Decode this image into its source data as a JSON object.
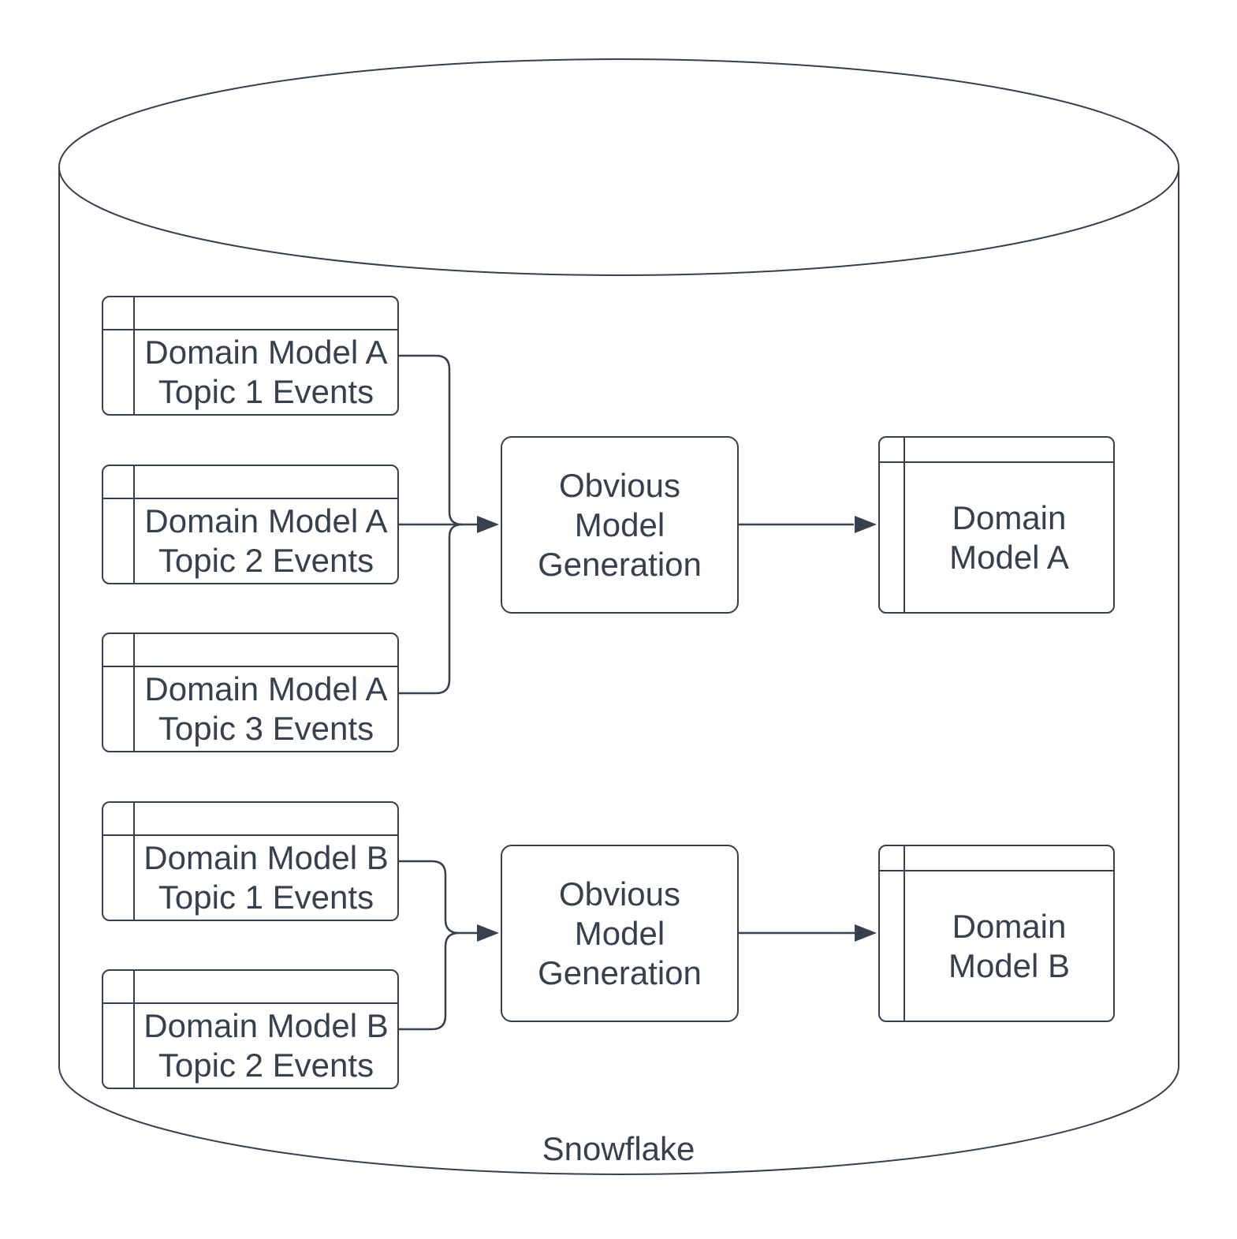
{
  "diagram": {
    "container": {
      "label": "Snowflake"
    },
    "colors": {
      "stroke": "#36404e",
      "text": "#36404e",
      "background": "#ffffff"
    }
  },
  "source_tables": [
    {
      "label": "Domain Model A\nTopic 1 Events"
    },
    {
      "label": "Domain Model A\nTopic 2 Events"
    },
    {
      "label": "Domain Model A\nTopic 3 Events"
    },
    {
      "label": "Domain Model B\nTopic 1 Events"
    },
    {
      "label": "Domain Model B\nTopic 2 Events"
    }
  ],
  "processes": [
    {
      "label": "Obvious\nModel\nGeneration"
    },
    {
      "label": "Obvious\nModel\nGeneration"
    }
  ],
  "output_tables": [
    {
      "label": "Domain\nModel A"
    },
    {
      "label": "Domain\nModel B"
    }
  ]
}
